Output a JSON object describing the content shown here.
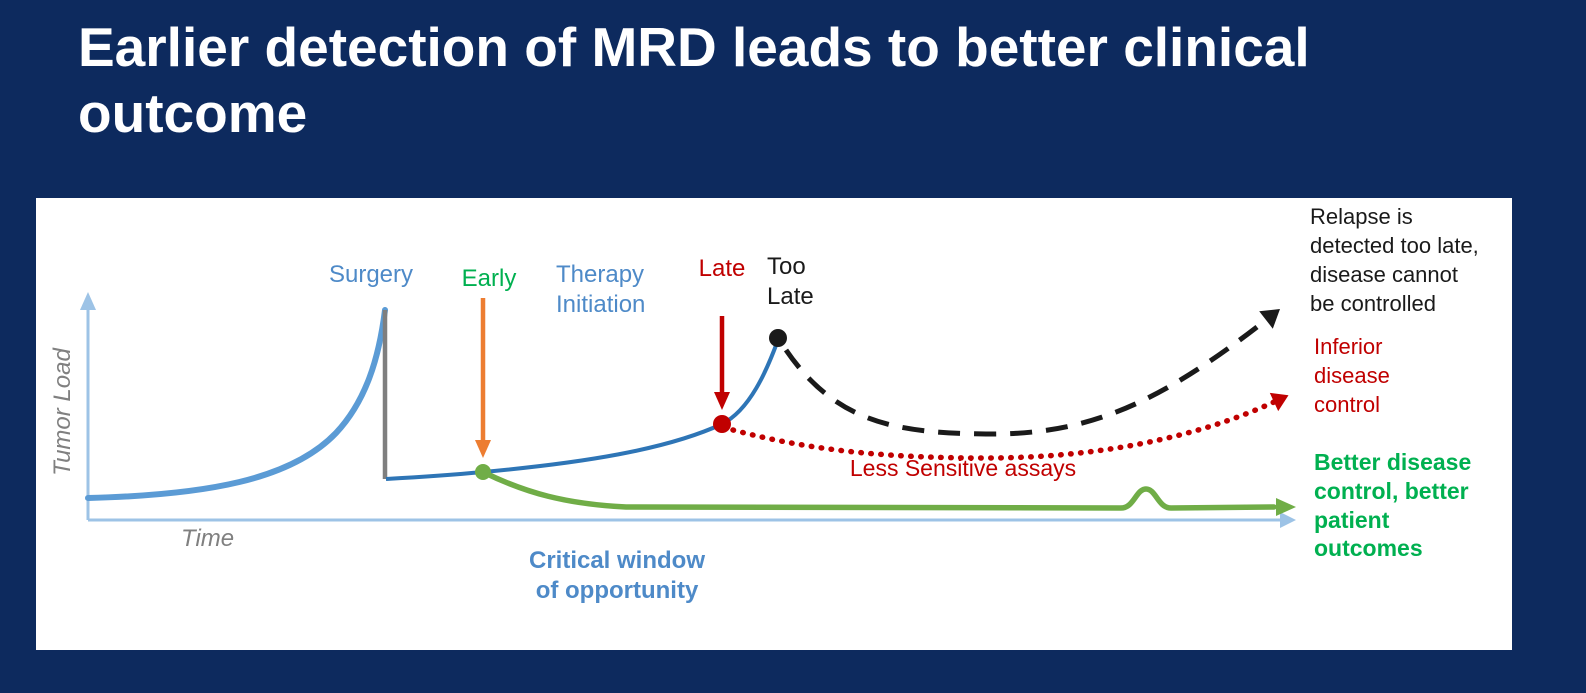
{
  "title": {
    "line1": "Earlier detection of MRD leads to better clinical",
    "line2": "outcome"
  },
  "axes": {
    "y_label": "Tumor Load",
    "x_label": "Time"
  },
  "annotations": {
    "surgery": "Surgery",
    "early": "Early",
    "therapy_initiation": "Therapy\nInitiation",
    "late": "Late",
    "too_late": "Too\nLate",
    "relapse": "Relapse is\ndetected too late,\ndisease cannot\nbe controlled",
    "inferior": "Inferior\ndisease\ncontrol",
    "better": "Better disease\ncontrol, better\npatient\noutcomes",
    "less_sensitive": "Less Sensitive assays",
    "critical_window": "Critical window\nof opportunity"
  },
  "colors": {
    "background": "#0d2a5e",
    "blue_label": "#4e8ac8",
    "axis_blue": "#9dc3e6",
    "curve_blue_light": "#5b9bd5",
    "curve_blue": "#2e75b6",
    "green_text": "#00b050",
    "green_curve": "#70ad47",
    "orange": "#ed7d31",
    "red": "#c00000",
    "ink": "#1a1a1a",
    "gray": "#808080"
  }
}
